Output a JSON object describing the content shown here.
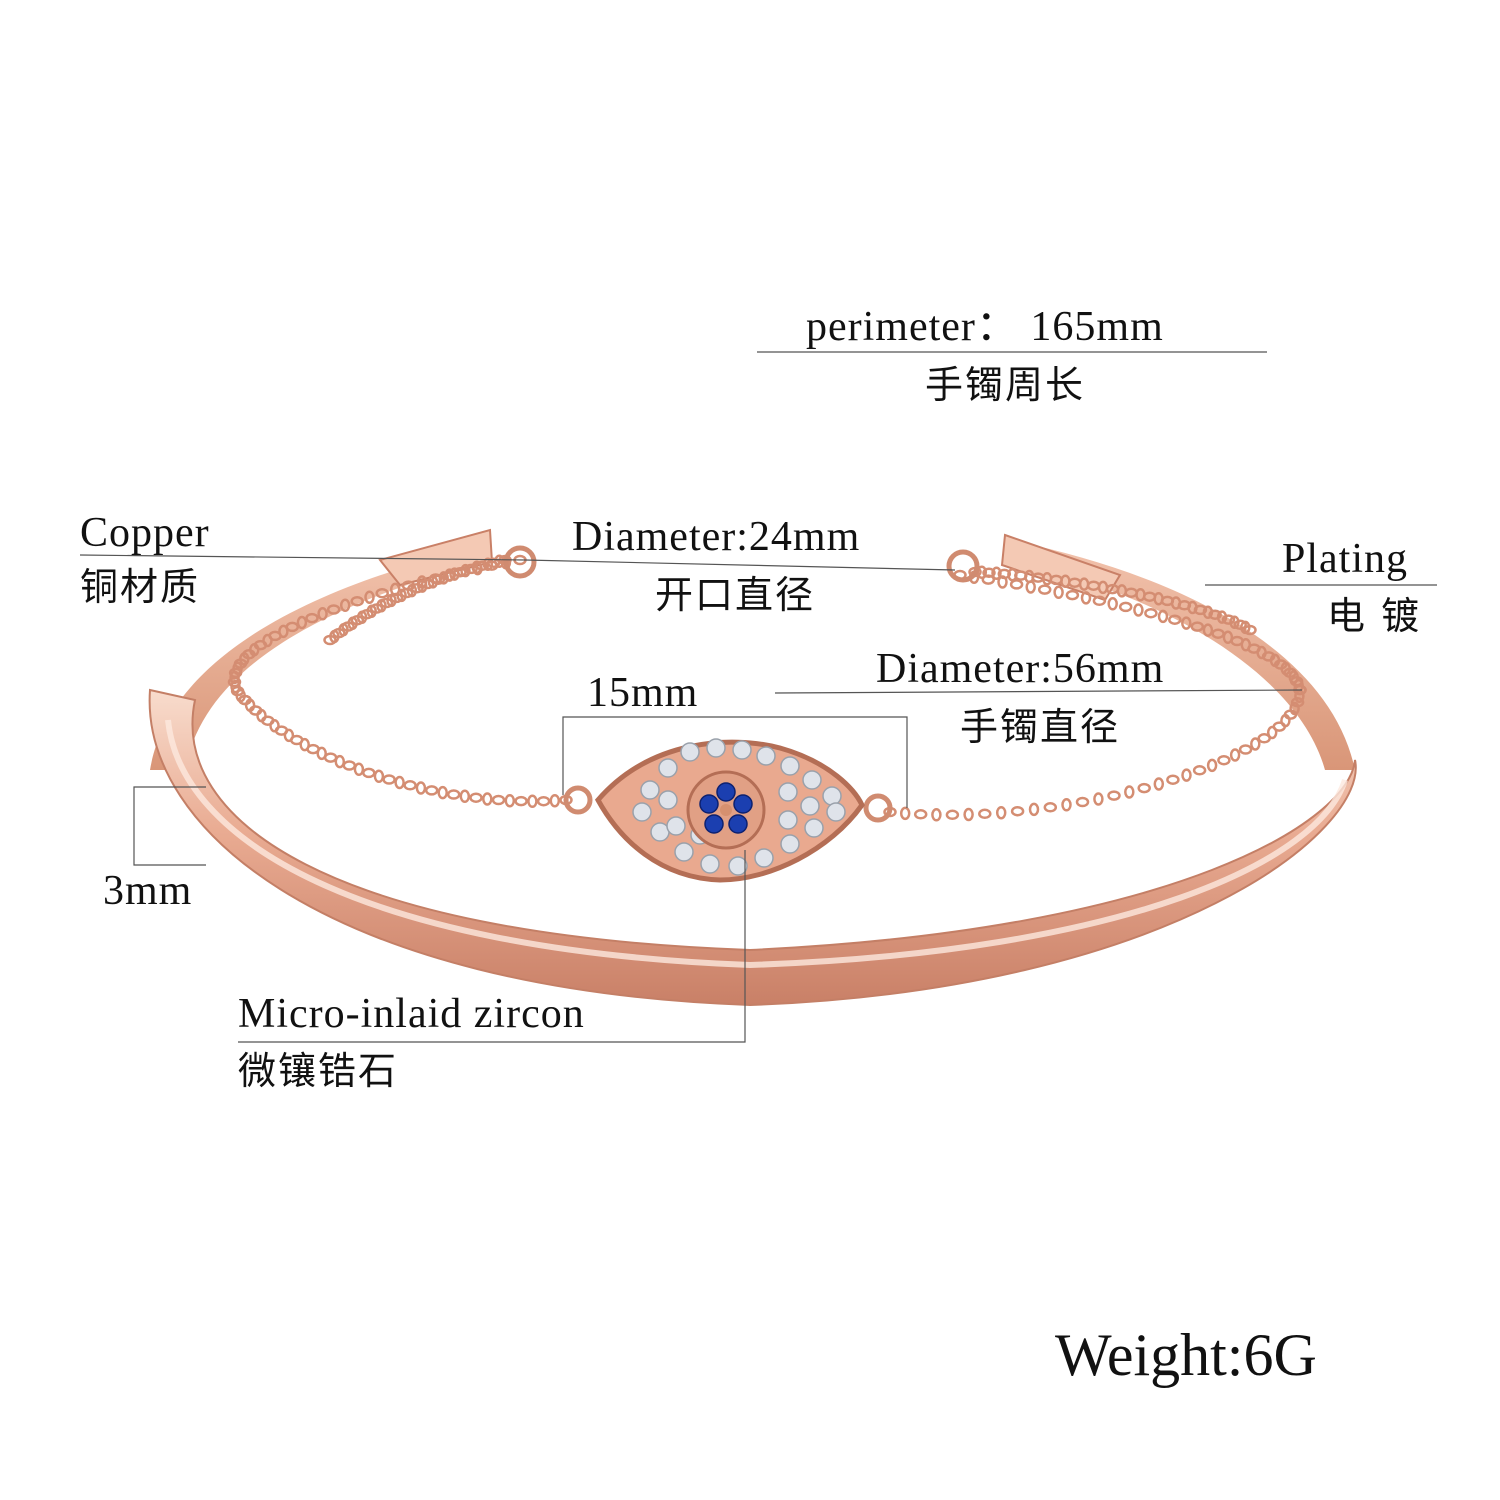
{
  "colors": {
    "rose_gold": "#e3a58c",
    "rose_gold_dark": "#c47f66",
    "rose_gold_light": "#f7d6c6",
    "zircon_blue": "#1b3fb0",
    "zircon_white": "#dfe3ea",
    "leader_line": "#555555"
  },
  "labels": {
    "perimeter_en": "perimeter： 165mm",
    "perimeter_zh": "手镯周长",
    "copper_en": "Copper",
    "copper_zh": "铜材质",
    "opening_en": "Diameter:24mm",
    "opening_zh": "开口直径",
    "plating_en": "Plating",
    "plating_zh": "电  镀",
    "charm_width": "15mm",
    "bangle_en": "Diameter:56mm",
    "bangle_zh": "手镯直径",
    "thickness": "3mm",
    "zircon_en": "Micro-inlaid zircon",
    "zircon_zh": "微镶锆石",
    "weight": "Weight:6G"
  }
}
